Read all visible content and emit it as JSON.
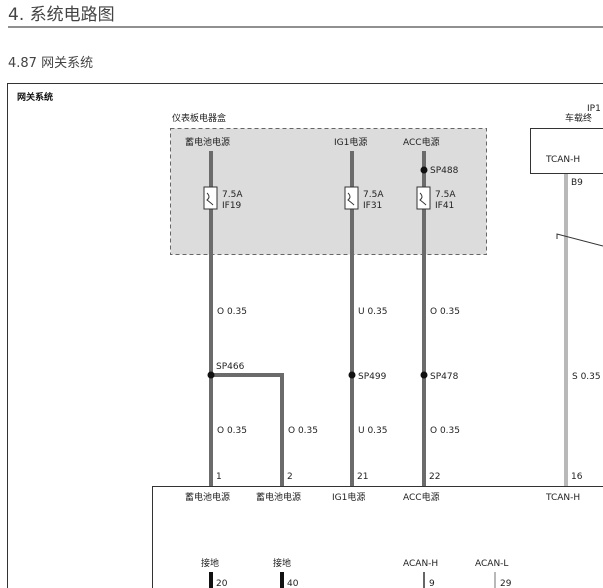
{
  "section_title": "4. 系统电路图",
  "subsection_title": "4.87 网关系统",
  "diagram_title": "网关系统",
  "fuse_box_title": "仪表板电器盒",
  "connector_top": "IP1",
  "connector_sub": "车载终",
  "power_labels": [
    "蓄电池电源",
    "IG1电源",
    "ACC电源"
  ],
  "splices": {
    "sp488": "SP488",
    "sp466": "SP466",
    "sp499": "SP499",
    "sp478": "SP478"
  },
  "fuses": [
    {
      "rating": "7.5A",
      "name": "IF19"
    },
    {
      "rating": "7.5A",
      "name": "IF31"
    },
    {
      "rating": "7.5A",
      "name": "IF41"
    }
  ],
  "wires": {
    "w1_upper": "O 0.35",
    "w21_upper": "U 0.35",
    "w22_upper": "O 0.35",
    "w1_lower": "O 0.35",
    "w2_lower": "O 0.35",
    "w21_lower": "U 0.35",
    "w22_lower": "O 0.35",
    "w16": "S 0.35"
  },
  "tcan_top": {
    "label": "TCAN-H",
    "pin": "B9"
  },
  "pins": {
    "p1": "1",
    "p2": "2",
    "p21": "21",
    "p22": "22",
    "p16": "16",
    "p20": "20",
    "p40": "40",
    "p9": "9",
    "p29": "29"
  },
  "module_labels": {
    "batt1": "蓄电池电源",
    "batt2": "蓄电池电源",
    "ig1": "IG1电源",
    "acc": "ACC电源",
    "tcan": "TCAN-H",
    "gnd1": "接地",
    "gnd2": "接地",
    "acan_h": "ACAN-H",
    "acan_l": "ACAN-L"
  },
  "colors": {
    "wire_dark": "#6b6b6b",
    "wire_light": "#b9b9b9",
    "fuse_box_fill": "#dcdcdc",
    "ground_wire": "#111111"
  }
}
